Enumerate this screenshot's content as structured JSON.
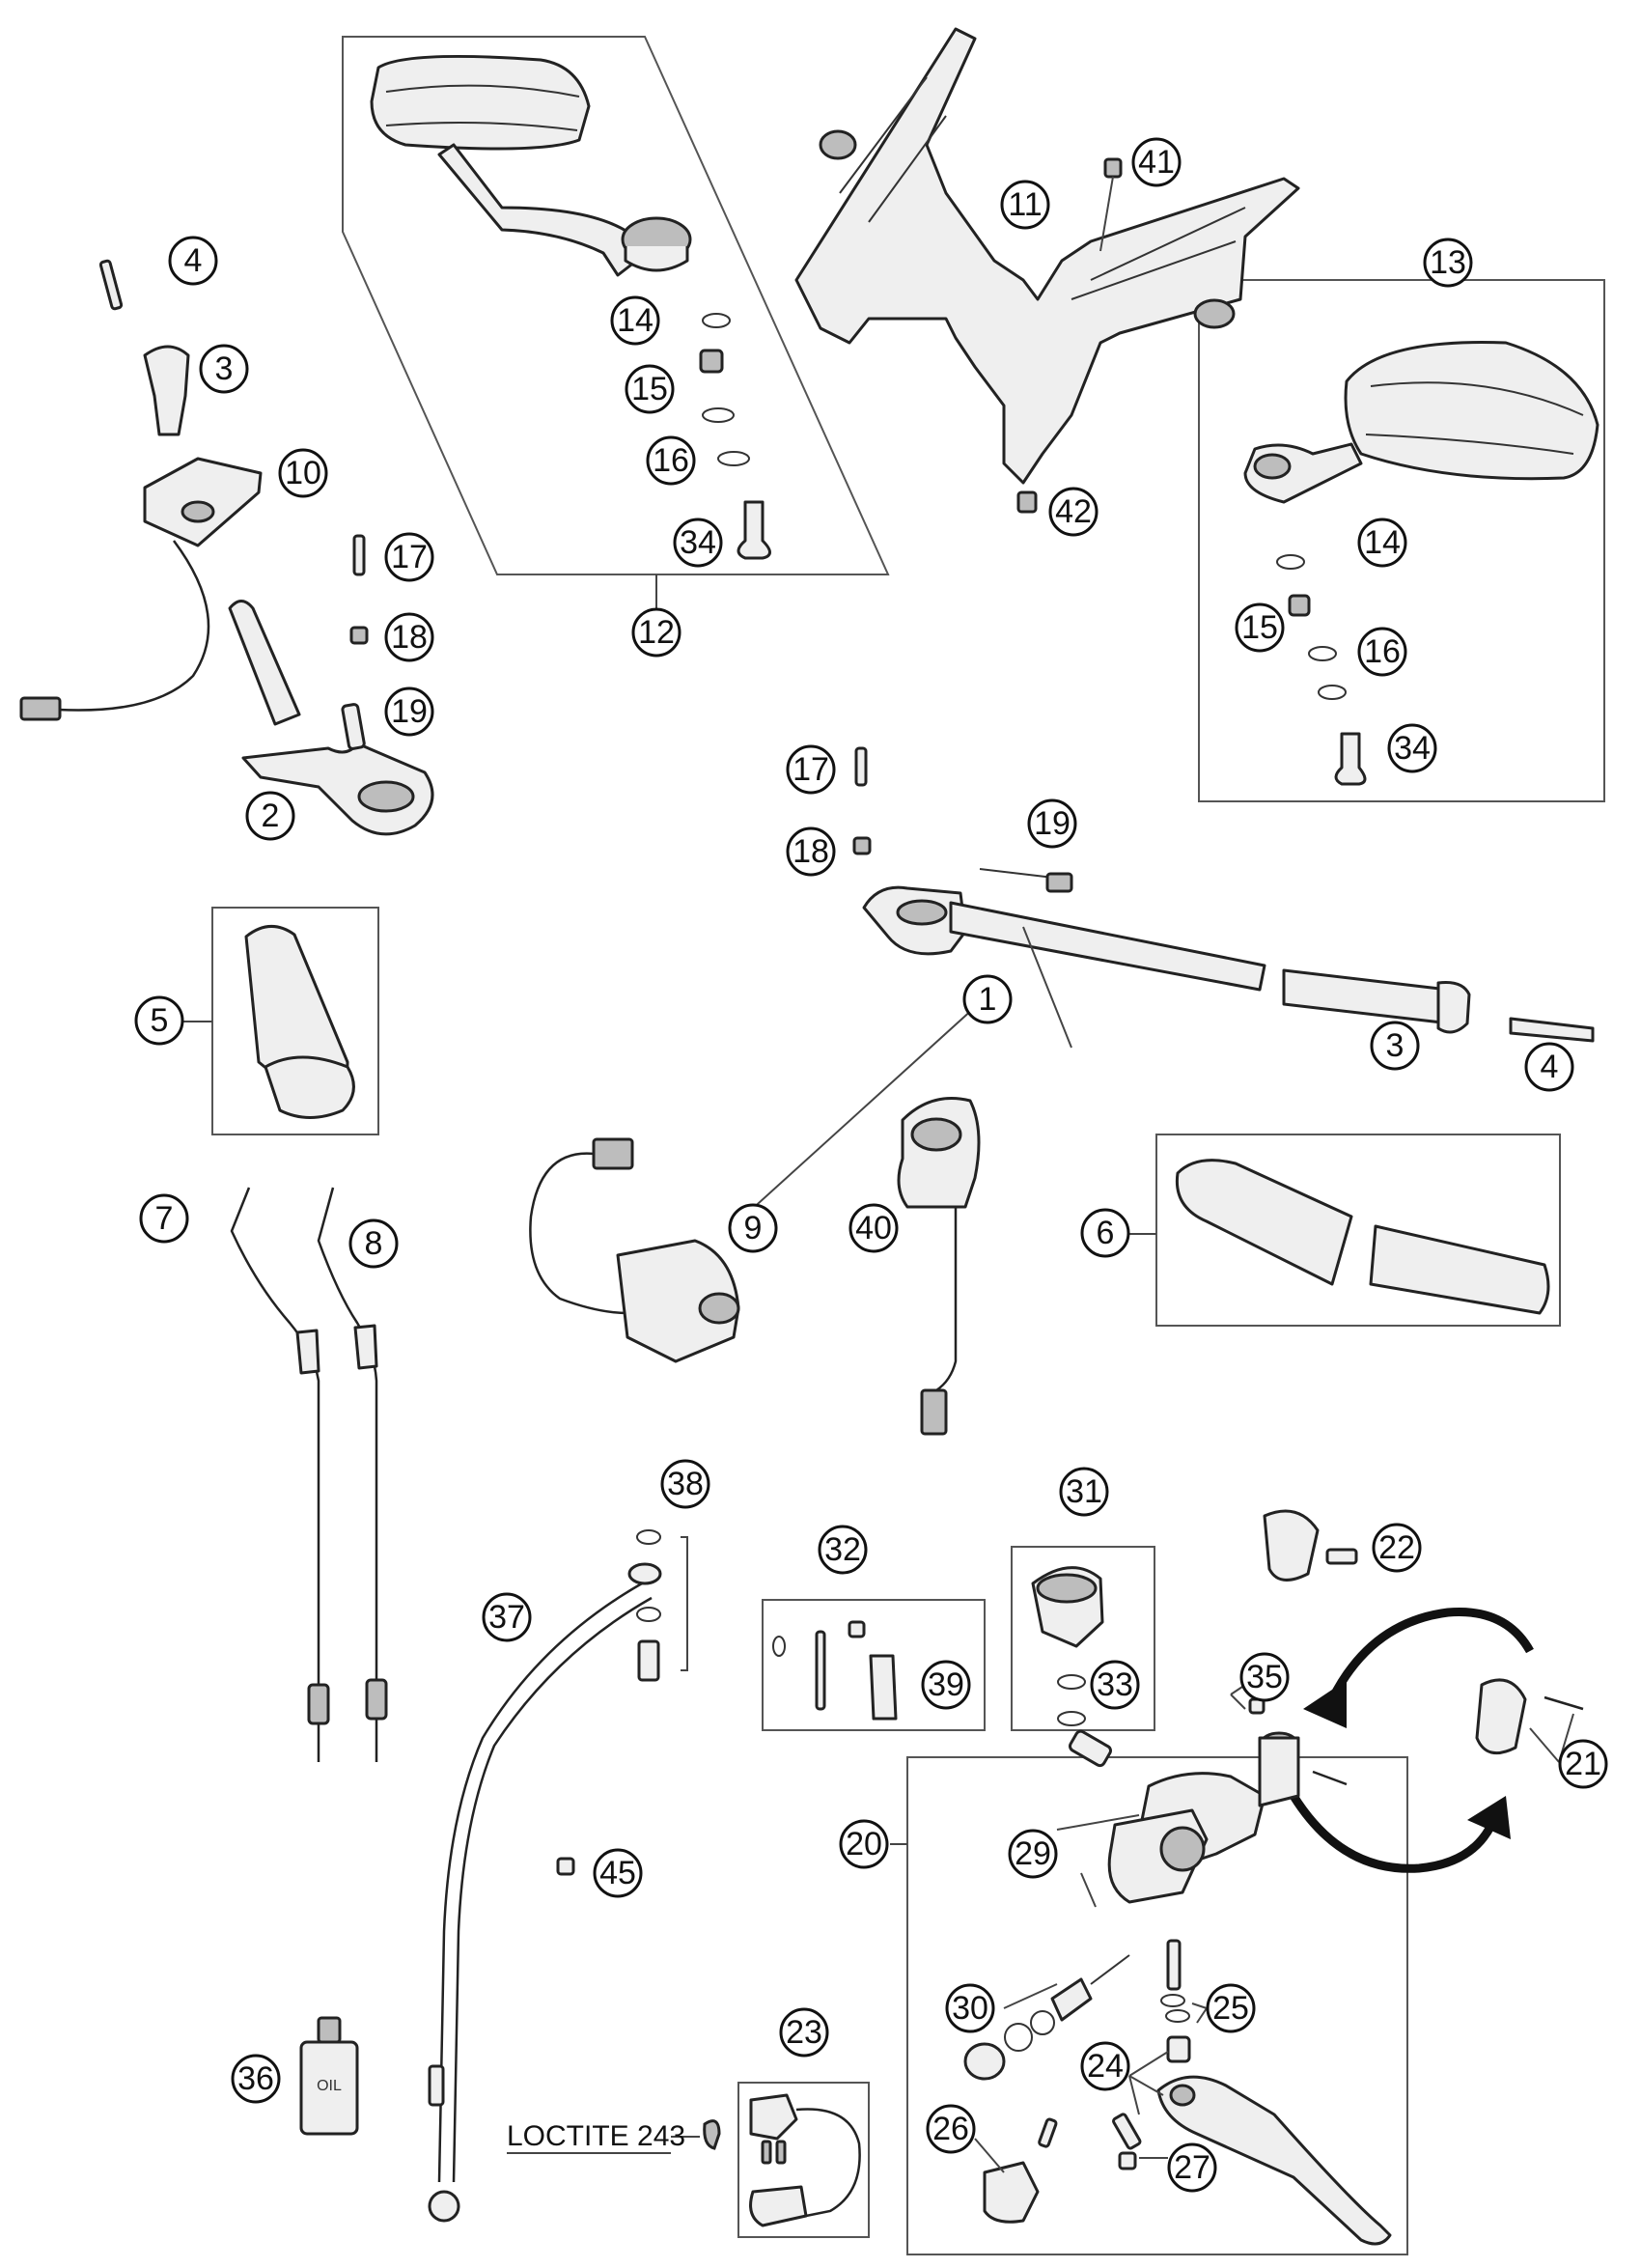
{
  "callouts": [
    {
      "id": "c4a",
      "label": "4"
    },
    {
      "id": "c3a",
      "label": "3"
    },
    {
      "id": "c10",
      "label": "10"
    },
    {
      "id": "c17a",
      "label": "17"
    },
    {
      "id": "c18a",
      "label": "18"
    },
    {
      "id": "c19a",
      "label": "19"
    },
    {
      "id": "c2",
      "label": "2"
    },
    {
      "id": "c14a",
      "label": "14"
    },
    {
      "id": "c15a",
      "label": "15"
    },
    {
      "id": "c16a",
      "label": "16"
    },
    {
      "id": "c34a",
      "label": "34"
    },
    {
      "id": "c12",
      "label": "12"
    },
    {
      "id": "c11",
      "label": "11"
    },
    {
      "id": "c41",
      "label": "41"
    },
    {
      "id": "c42",
      "label": "42"
    },
    {
      "id": "c13",
      "label": "13"
    },
    {
      "id": "c14b",
      "label": "14"
    },
    {
      "id": "c15b",
      "label": "15"
    },
    {
      "id": "c16b",
      "label": "16"
    },
    {
      "id": "c34b",
      "label": "34"
    },
    {
      "id": "c17b",
      "label": "17"
    },
    {
      "id": "c18b",
      "label": "18"
    },
    {
      "id": "c19b",
      "label": "19"
    },
    {
      "id": "c1",
      "label": "1"
    },
    {
      "id": "c3b",
      "label": "3"
    },
    {
      "id": "c4b",
      "label": "4"
    },
    {
      "id": "c5",
      "label": "5"
    },
    {
      "id": "c7",
      "label": "7"
    },
    {
      "id": "c8",
      "label": "8"
    },
    {
      "id": "c9",
      "label": "9"
    },
    {
      "id": "c40",
      "label": "40"
    },
    {
      "id": "c6",
      "label": "6"
    },
    {
      "id": "c38",
      "label": "38"
    },
    {
      "id": "c37",
      "label": "37"
    },
    {
      "id": "c32",
      "label": "32"
    },
    {
      "id": "c39",
      "label": "39"
    },
    {
      "id": "c31",
      "label": "31"
    },
    {
      "id": "c33",
      "label": "33"
    },
    {
      "id": "c22",
      "label": "22"
    },
    {
      "id": "c35",
      "label": "35"
    },
    {
      "id": "c21",
      "label": "21"
    },
    {
      "id": "c20",
      "label": "20"
    },
    {
      "id": "c29",
      "label": "29"
    },
    {
      "id": "c45",
      "label": "45"
    },
    {
      "id": "c30",
      "label": "30"
    },
    {
      "id": "c25",
      "label": "25"
    },
    {
      "id": "c23",
      "label": "23"
    },
    {
      "id": "c24",
      "label": "24"
    },
    {
      "id": "c36",
      "label": "36"
    },
    {
      "id": "c26",
      "label": "26"
    },
    {
      "id": "c27",
      "label": "27"
    }
  ],
  "notes": {
    "loctite": "LOCTITE 243"
  }
}
